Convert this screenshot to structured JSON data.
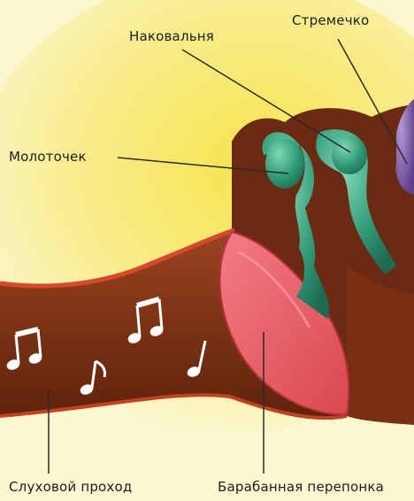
{
  "labels": {
    "stapes": "Стремечко",
    "incus": "Наковальня",
    "malleus": "Молоточек",
    "ear_canal": "Слуховой проход",
    "eardrum": "Барабанная перепонка"
  },
  "colors": {
    "background": "#fbf7d0",
    "glow": "#f7e85a",
    "canal_outer": "#8a3a18",
    "canal_inner": "#7a2e12",
    "rim": "#d9482a",
    "eardrum": "#ee6a74",
    "ossicles": "#2e9a78",
    "stapes": "#7a5aa6",
    "notes": "#ffffff",
    "leader_lines": "#2a2a2a"
  },
  "decorations": {
    "music_notes_icon": "music-note-icon"
  }
}
